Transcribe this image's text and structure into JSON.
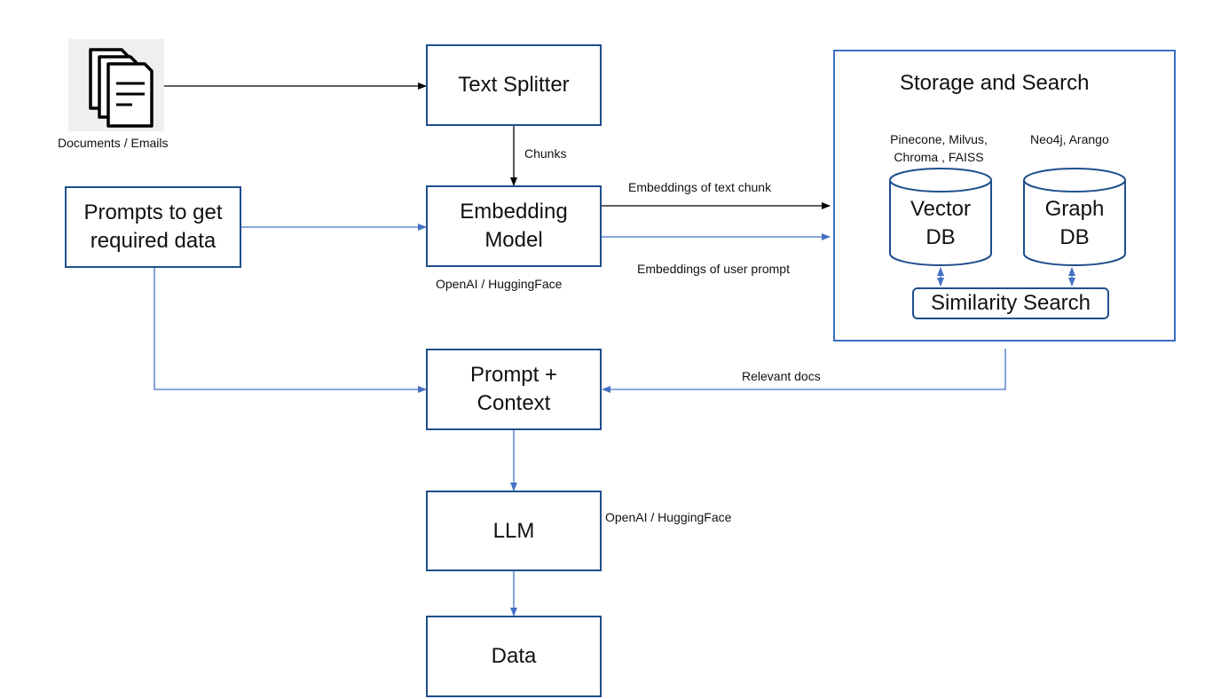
{
  "sources": {
    "documents_label": "Documents / Emails"
  },
  "boxes": {
    "text_splitter": "Text Splitter",
    "prompts": "Prompts to get required data",
    "embedding_model": "Embedding Model",
    "prompt_context": "Prompt + Context",
    "llm": "LLM",
    "data": "Data"
  },
  "labels": {
    "chunks": "Chunks",
    "embedding_provider": "OpenAI / HuggingFace",
    "llm_provider": "OpenAI / HuggingFace",
    "embeddings_text_chunk": "Embeddings of text chunk",
    "embeddings_user_prompt": "Embeddings of  user prompt",
    "relevant_docs": "Relevant docs"
  },
  "storage": {
    "title": "Storage and Search",
    "vector_vendors_line1": "Pinecone, Milvus,",
    "vector_vendors_line2": "Chroma , FAISS",
    "graph_vendors": "Neo4j, Arango",
    "vector_db": "Vector DB",
    "graph_db": "Graph DB",
    "similarity_search": "Similarity Search"
  },
  "colors": {
    "box_border": "#1f4e8c",
    "blue_arrow": "#4472c4",
    "black_arrow": "#000000",
    "icon_bg": "#efefef"
  }
}
